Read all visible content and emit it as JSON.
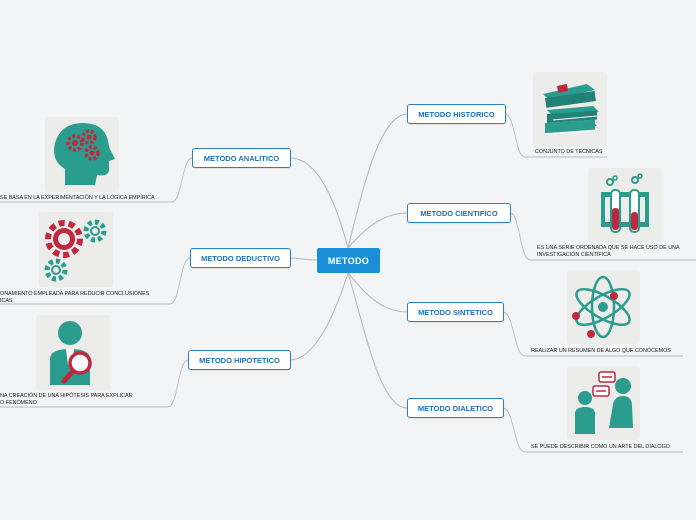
{
  "center": {
    "label": "METODO"
  },
  "right": [
    {
      "label": "METODO HISTORICO",
      "leaf": "CONJUNTO DE TECNICAS",
      "icon": "books-icon"
    },
    {
      "label": "METODO  CIENTIFICO",
      "leaf": "ES UNA SERIE ORDENADA QUE SE HACE USO DE UNA INVESTIGACIÓN CIENTÍFICA",
      "icon": "test-tubes-icon"
    },
    {
      "label": "METODO SINTETICO",
      "leaf": "REALIZAR UN RESUMEN DE ALGO QUE CONOCEMOS",
      "icon": "atom-icon"
    },
    {
      "label": "METODO DIALETICO",
      "leaf": "SE PUEDE DESCRIBIR COMO UN ARTE DEL DIALOGO",
      "icon": "dialogue-icon"
    }
  ],
  "left": [
    {
      "label": "METODO ANALITICO",
      "leaf": "SE BASA EN LA EXPERIMENTACIÓN Y LA LÓGICA EMPÍRICA",
      "icon": "brain-gears-icon"
    },
    {
      "label": "METODO DEDUCTIVO",
      "leaf_lines": [
        "ONAMIENTO EMPLEADA PARA REDUCIR CONCLUSIONES",
        "ICAS"
      ],
      "icon": "gears-icon"
    },
    {
      "label": "METODO HIPOTETICO",
      "leaf_lines": [
        "NA CREACIÓN DE UNA HIPÓTESIS PARA EXPLICAR",
        "O FENÓMENO"
      ],
      "icon": "person-magnifier-icon"
    }
  ],
  "colors": {
    "accent": "#1a8fd8",
    "teal": "#2a9d8f",
    "red": "#c0283f",
    "line": "#aab0b8"
  }
}
